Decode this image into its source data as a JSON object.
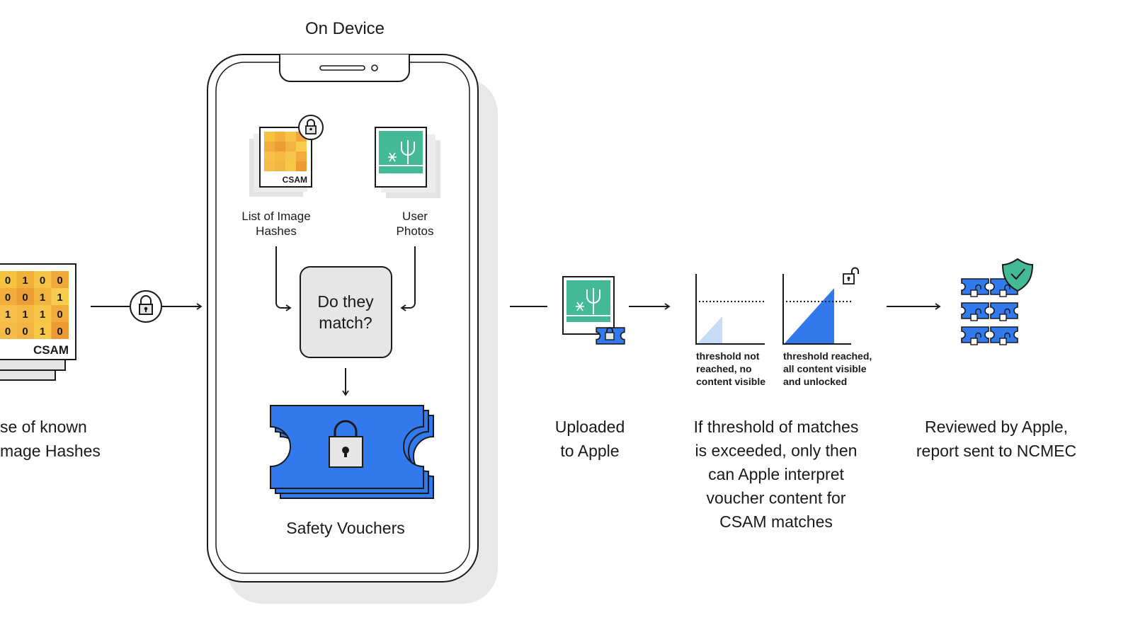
{
  "colors": {
    "blue": "#3379ee",
    "light_blue": "#c6dcf8",
    "green": "#44b995",
    "grey_box": "#e6e6e6",
    "shadow": "#e8e8e8",
    "ink": "#1a1a1a"
  },
  "database": {
    "label_line1": "se of known",
    "label_line2": "mage Hashes",
    "card_tag": "CSAM",
    "grid": [
      [
        "0",
        "1",
        "0",
        "0"
      ],
      [
        "0",
        "0",
        "1",
        "1"
      ],
      [
        "1",
        "1",
        "1",
        "0"
      ],
      [
        "0",
        "0",
        "1",
        "0"
      ]
    ]
  },
  "device": {
    "title": "On Device",
    "hash_list_line1": "List of Image",
    "hash_list_line2": "Hashes",
    "hash_card_tag": "CSAM",
    "photos_line1": "User",
    "photos_line2": "Photos",
    "match_line1": "Do they",
    "match_line2": "match?",
    "vouchers_label": "Safety Vouchers"
  },
  "upload": {
    "line1": "Uploaded",
    "line2": "to Apple"
  },
  "threshold": {
    "chart_not_reached": [
      "threshold not",
      "reached, no",
      "content visible"
    ],
    "chart_reached": [
      "threshold reached,",
      "all content visible",
      "and unlocked"
    ],
    "desc": [
      "If threshold of matches",
      "is exceeded, only then",
      "can Apple interpret",
      "voucher content for",
      "CSAM matches"
    ]
  },
  "review": {
    "line1": "Reviewed by Apple,",
    "line2": "report sent to NCMEC"
  },
  "icons": [
    "lock-icon",
    "unlocked-lock-icon",
    "shield-check-icon",
    "voucher-ticket-icon",
    "photo-icon",
    "arrow-icon"
  ]
}
